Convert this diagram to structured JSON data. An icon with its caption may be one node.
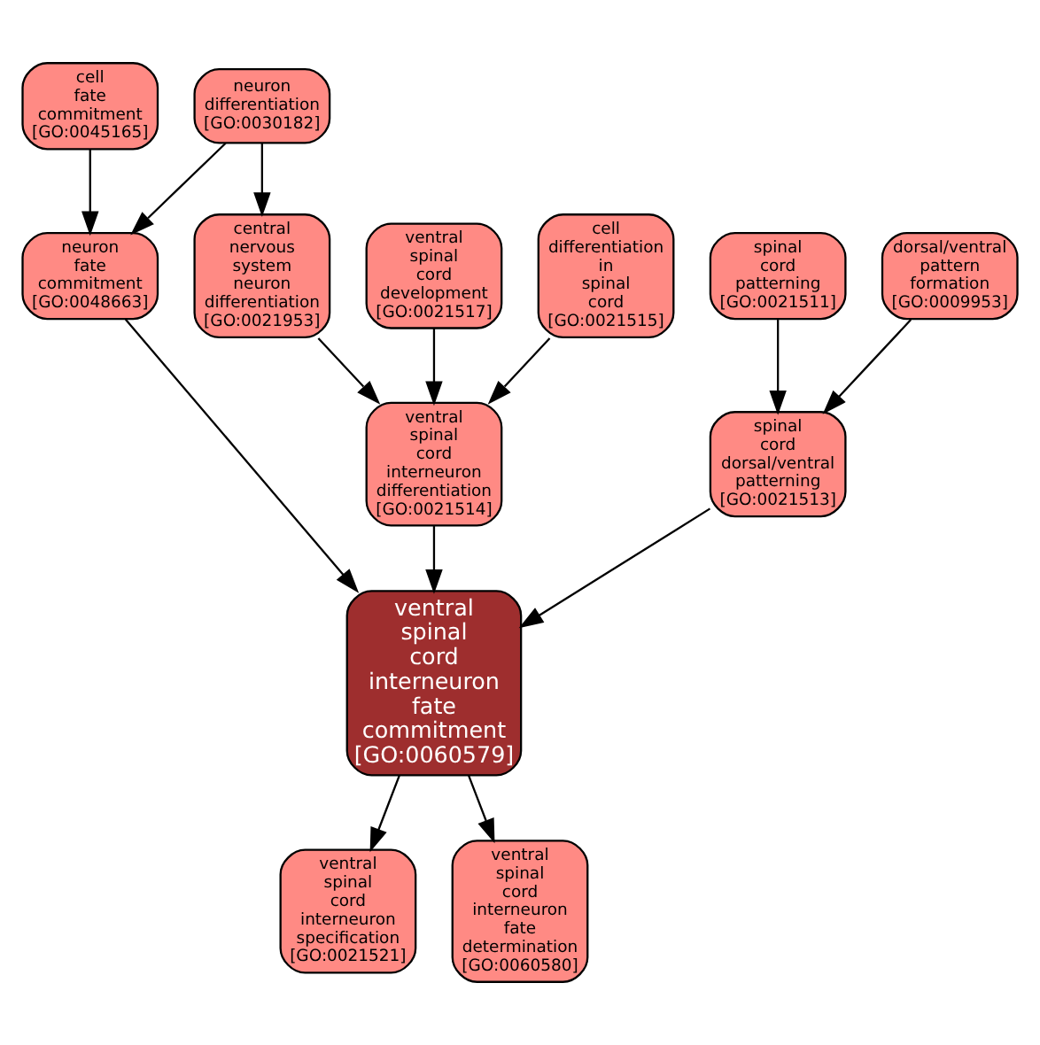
{
  "diagram": {
    "nodes": [
      {
        "text": [
          "cell fate commitment",
          "[GO:0045165]"
        ]
      },
      {
        "text": [
          "neuron differentiation",
          "[GO:0030182]"
        ]
      },
      {
        "text": [
          "neuron fate commitment",
          "[GO:0048663]"
        ]
      },
      {
        "text": [
          "central nervous system neuron differentiation",
          "[GO:0021953]"
        ]
      },
      {
        "text": [
          "ventral spinal cord development",
          "[GO:0021517]"
        ]
      },
      {
        "text": [
          "cell differentiation in spinal cord",
          "[GO:0021515]"
        ]
      },
      {
        "text": [
          "spinal cord patterning",
          "[GO:0021511]"
        ]
      },
      {
        "text": [
          "dorsal/ventral pattern formation",
          "[GO:0009953]"
        ]
      },
      {
        "text": [
          "ventral spinal cord interneuron differentiation",
          "[GO:0021514]"
        ]
      },
      {
        "text": [
          "spinal cord dorsal/ventral patterning",
          "[GO:0021513]"
        ]
      },
      {
        "text": [
          "ventral spinal cord interneuron fate commitment",
          "[GO:0060579]"
        ]
      },
      {
        "text": [
          "ventral spinal cord interneuron specification",
          "[GO:0021521]"
        ]
      },
      {
        "text": [
          "ventral spinal cord interneuron fate determination",
          "[GO:0060580]"
        ]
      }
    ],
    "edges": [
      {
        "from": 0,
        "to": 2,
        "arrow": "to"
      },
      {
        "from": 1,
        "to": 2,
        "arrow": "to"
      },
      {
        "from": 1,
        "to": 3,
        "arrow": "to"
      },
      {
        "from": 2,
        "to": 10,
        "arrow": "to"
      },
      {
        "from": 3,
        "to": 8,
        "arrow": "to"
      },
      {
        "from": 4,
        "to": 8,
        "arrow": "to"
      },
      {
        "from": 5,
        "to": 8,
        "arrow": "to"
      },
      {
        "from": 6,
        "to": 9,
        "arrow": "to"
      },
      {
        "from": 7,
        "to": 9,
        "arrow": "to"
      },
      {
        "from": 8,
        "to": 10,
        "arrow": "to"
      },
      {
        "from": 9,
        "to": 10,
        "arrow": "to"
      },
      {
        "from": 10,
        "to": 11,
        "arrow": "to"
      },
      {
        "from": 10,
        "to": 12,
        "arrow": "to"
      }
    ]
  }
}
